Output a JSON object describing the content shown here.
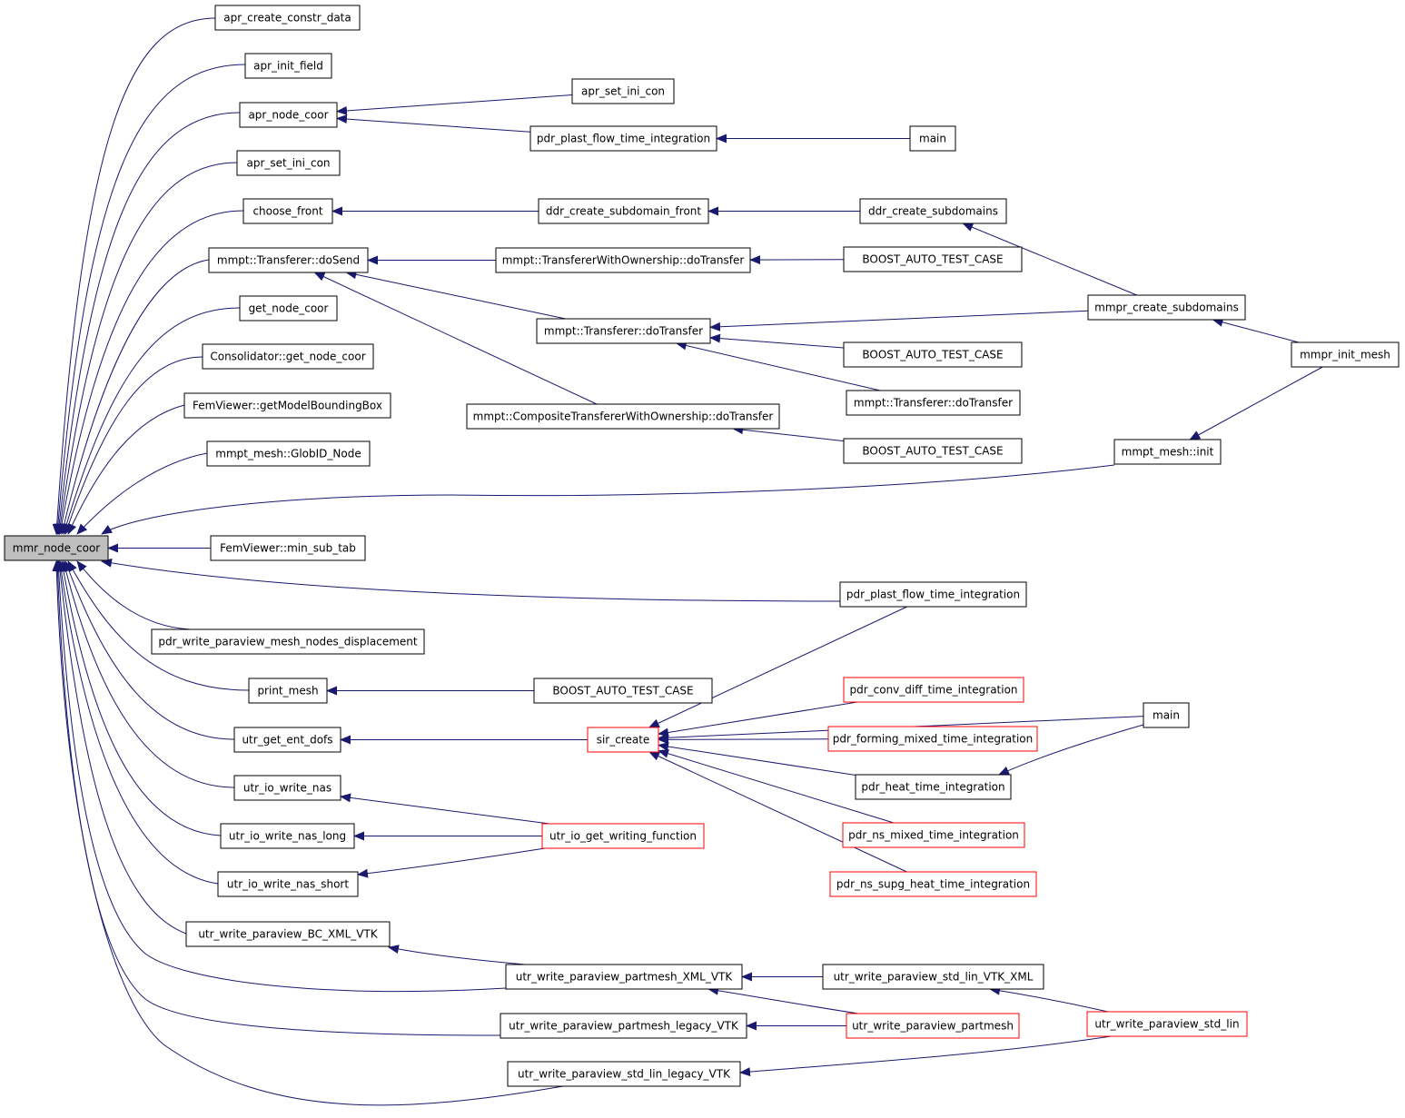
{
  "colors": {
    "edge": "#191970",
    "box_border": "#000000",
    "highlight_border": "#ff0000",
    "root_fill": "#bfbfbf",
    "box_fill": "#ffffff",
    "text": "#000000"
  },
  "nodes": [
    {
      "id": "n0",
      "label": "mmr_node_coor",
      "kind": "root"
    },
    {
      "id": "n1",
      "label": "apr_create_constr_data",
      "kind": "normal"
    },
    {
      "id": "n2",
      "label": "apr_init_field",
      "kind": "normal"
    },
    {
      "id": "n3",
      "label": "apr_node_coor",
      "kind": "normal"
    },
    {
      "id": "n4",
      "label": "apr_set_ini_con",
      "kind": "normal"
    },
    {
      "id": "n5",
      "label": "choose_front",
      "kind": "normal"
    },
    {
      "id": "n6",
      "label": "mmpt::Transferer::doSend",
      "kind": "normal"
    },
    {
      "id": "n7",
      "label": "get_node_coor",
      "kind": "normal"
    },
    {
      "id": "n8",
      "label": "Consolidator::get_node_coor",
      "kind": "normal"
    },
    {
      "id": "n9",
      "label": "FemViewer::getModelBoundingBox",
      "kind": "normal"
    },
    {
      "id": "n10",
      "label": "mmpt_mesh::GlobID_Node",
      "kind": "normal"
    },
    {
      "id": "n11",
      "label": "FemViewer::min_sub_tab",
      "kind": "normal"
    },
    {
      "id": "n12",
      "label": "pdr_write_paraview_mesh_nodes_displacement",
      "kind": "normal"
    },
    {
      "id": "n13",
      "label": "print_mesh",
      "kind": "normal"
    },
    {
      "id": "n14",
      "label": "utr_get_ent_dofs",
      "kind": "normal"
    },
    {
      "id": "n15",
      "label": "utr_io_write_nas",
      "kind": "normal"
    },
    {
      "id": "n16",
      "label": "utr_io_write_nas_long",
      "kind": "normal"
    },
    {
      "id": "n17",
      "label": "utr_io_write_nas_short",
      "kind": "normal"
    },
    {
      "id": "n18",
      "label": "utr_write_paraview_BC_XML_VTK",
      "kind": "normal"
    },
    {
      "id": "n19",
      "label": "apr_set_ini_con",
      "kind": "normal"
    },
    {
      "id": "n20",
      "label": "pdr_plast_flow_time_integration",
      "kind": "normal"
    },
    {
      "id": "n21",
      "label": "ddr_create_subdomain_front",
      "kind": "normal"
    },
    {
      "id": "n22",
      "label": "mmpt::TransfererWithOwnership::doTransfer",
      "kind": "normal"
    },
    {
      "id": "n23",
      "label": "mmpt::Transferer::doTransfer",
      "kind": "normal"
    },
    {
      "id": "n24",
      "label": "mmpt::CompositeTransfererWithOwnership::doTransfer",
      "kind": "normal"
    },
    {
      "id": "n25",
      "label": "BOOST_AUTO_TEST_CASE",
      "kind": "normal"
    },
    {
      "id": "n26",
      "label": "sir_create",
      "kind": "red"
    },
    {
      "id": "n27",
      "label": "utr_io_get_writing_function",
      "kind": "red"
    },
    {
      "id": "n28",
      "label": "utr_write_paraview_partmesh_XML_VTK",
      "kind": "normal"
    },
    {
      "id": "n29",
      "label": "utr_write_paraview_partmesh_legacy_VTK",
      "kind": "normal"
    },
    {
      "id": "n30",
      "label": "utr_write_paraview_std_lin_legacy_VTK",
      "kind": "normal"
    },
    {
      "id": "n31",
      "label": "main",
      "kind": "normal"
    },
    {
      "id": "n32",
      "label": "ddr_create_subdomains",
      "kind": "normal"
    },
    {
      "id": "n33",
      "label": "BOOST_AUTO_TEST_CASE",
      "kind": "normal"
    },
    {
      "id": "n34",
      "label": "BOOST_AUTO_TEST_CASE",
      "kind": "normal"
    },
    {
      "id": "n35",
      "label": "mmpt::Transferer::doTransfer",
      "kind": "normal"
    },
    {
      "id": "n36",
      "label": "BOOST_AUTO_TEST_CASE",
      "kind": "normal"
    },
    {
      "id": "n37",
      "label": "pdr_plast_flow_time_integration",
      "kind": "normal"
    },
    {
      "id": "n38",
      "label": "pdr_conv_diff_time_integration",
      "kind": "red"
    },
    {
      "id": "n39",
      "label": "pdr_forming_mixed_time_integration",
      "kind": "red"
    },
    {
      "id": "n40",
      "label": "pdr_heat_time_integration",
      "kind": "normal"
    },
    {
      "id": "n41",
      "label": "pdr_ns_mixed_time_integration",
      "kind": "red"
    },
    {
      "id": "n42",
      "label": "pdr_ns_supg_heat_time_integration",
      "kind": "red"
    },
    {
      "id": "n43",
      "label": "utr_write_paraview_std_lin_VTK_XML",
      "kind": "normal"
    },
    {
      "id": "n44",
      "label": "utr_write_paraview_partmesh",
      "kind": "red"
    },
    {
      "id": "n45",
      "label": "mmpr_create_subdomains",
      "kind": "normal"
    },
    {
      "id": "n46",
      "label": "mmpt_mesh::init",
      "kind": "normal"
    },
    {
      "id": "n47",
      "label": "main",
      "kind": "normal"
    },
    {
      "id": "n48",
      "label": "utr_write_paraview_std_lin",
      "kind": "red"
    },
    {
      "id": "n49",
      "label": "mmpr_init_mesh",
      "kind": "normal"
    }
  ],
  "edges": [
    {
      "from": "n1",
      "to": "n0"
    },
    {
      "from": "n2",
      "to": "n0"
    },
    {
      "from": "n3",
      "to": "n0"
    },
    {
      "from": "n4",
      "to": "n0"
    },
    {
      "from": "n5",
      "to": "n0"
    },
    {
      "from": "n6",
      "to": "n0"
    },
    {
      "from": "n7",
      "to": "n0"
    },
    {
      "from": "n8",
      "to": "n0"
    },
    {
      "from": "n9",
      "to": "n0"
    },
    {
      "from": "n10",
      "to": "n0"
    },
    {
      "from": "n46",
      "to": "n0"
    },
    {
      "from": "n11",
      "to": "n0"
    },
    {
      "from": "n37",
      "to": "n0"
    },
    {
      "from": "n12",
      "to": "n0"
    },
    {
      "from": "n13",
      "to": "n0"
    },
    {
      "from": "n14",
      "to": "n0"
    },
    {
      "from": "n15",
      "to": "n0"
    },
    {
      "from": "n16",
      "to": "n0"
    },
    {
      "from": "n17",
      "to": "n0"
    },
    {
      "from": "n18",
      "to": "n0"
    },
    {
      "from": "n28",
      "to": "n0"
    },
    {
      "from": "n29",
      "to": "n0"
    },
    {
      "from": "n30",
      "to": "n0"
    },
    {
      "from": "n19",
      "to": "n3"
    },
    {
      "from": "n20",
      "to": "n3"
    },
    {
      "from": "n31",
      "to": "n20"
    },
    {
      "from": "n21",
      "to": "n5"
    },
    {
      "from": "n32",
      "to": "n21"
    },
    {
      "from": "n45",
      "to": "n32"
    },
    {
      "from": "n22",
      "to": "n6"
    },
    {
      "from": "n23",
      "to": "n6"
    },
    {
      "from": "n24",
      "to": "n6"
    },
    {
      "from": "n33",
      "to": "n22"
    },
    {
      "from": "n45",
      "to": "n23"
    },
    {
      "from": "n34",
      "to": "n23"
    },
    {
      "from": "n35",
      "to": "n23"
    },
    {
      "from": "n36",
      "to": "n24"
    },
    {
      "from": "n49",
      "to": "n45"
    },
    {
      "from": "n49",
      "to": "n46"
    },
    {
      "from": "n25",
      "to": "n13"
    },
    {
      "from": "n26",
      "to": "n14"
    },
    {
      "from": "n37",
      "to": "n26"
    },
    {
      "from": "n38",
      "to": "n26"
    },
    {
      "from": "n39",
      "to": "n26"
    },
    {
      "from": "n40",
      "to": "n26"
    },
    {
      "from": "n41",
      "to": "n26"
    },
    {
      "from": "n42",
      "to": "n26"
    },
    {
      "from": "n47",
      "to": "n26"
    },
    {
      "from": "n47",
      "to": "n40"
    },
    {
      "from": "n27",
      "to": "n15"
    },
    {
      "from": "n27",
      "to": "n16"
    },
    {
      "from": "n27",
      "to": "n17"
    },
    {
      "from": "n28",
      "to": "n18"
    },
    {
      "from": "n43",
      "to": "n28"
    },
    {
      "from": "n44",
      "to": "n28"
    },
    {
      "from": "n44",
      "to": "n29"
    },
    {
      "from": "n48",
      "to": "n43"
    },
    {
      "from": "n48",
      "to": "n30"
    }
  ]
}
